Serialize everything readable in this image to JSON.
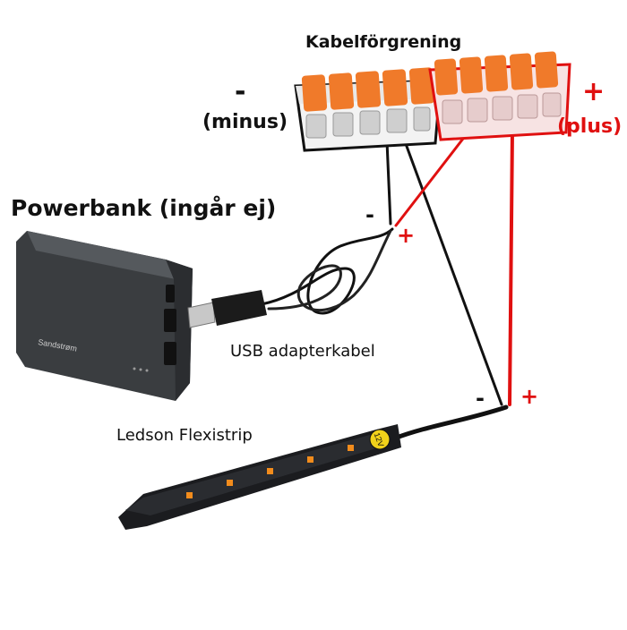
{
  "labels": {
    "connector_title": "Kabelförgrening",
    "minus_symbol": "-",
    "minus_word": "(minus)",
    "plus_symbol": "+",
    "plus_word": "(plus)",
    "powerbank_title": "Powerbank (ingår ej)",
    "usb_title": "USB adapterkabel",
    "led_title": "Ledson Flexistrip",
    "usb_minus": "-",
    "usb_plus": "+",
    "strip_minus": "-",
    "strip_plus": "+",
    "powerbank_brand": "Sandstrøm",
    "strip_voltage": "12V"
  },
  "colors": {
    "negative_wire": "#111111",
    "positive_wire": "#e01010",
    "connector_lever": "#f07a2a",
    "powerbank_body": "#3a3d40",
    "led_glow": "#f28c1c"
  }
}
